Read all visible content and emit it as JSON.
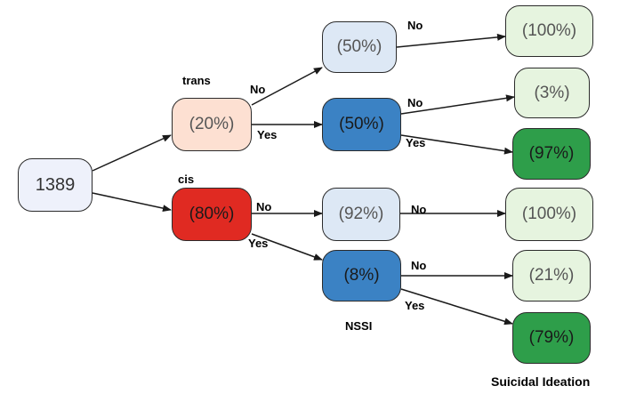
{
  "diagram": {
    "root": {
      "value": "1389"
    },
    "group_labels": {
      "trans": "trans",
      "cis": "cis"
    },
    "level_labels": {
      "nssi": "NSSI",
      "suicidal_ideation": "Suicidal Ideation"
    },
    "nodes": {
      "trans": "(20%)",
      "cis": "(80%)",
      "trans_nssi_no": "(50%)",
      "trans_nssi_yes": "(50%)",
      "cis_nssi_no": "(92%)",
      "cis_nssi_yes": "(8%)",
      "trans_no_si_no": "(100%)",
      "trans_yes_si_no": "(3%)",
      "trans_yes_si_yes": "(97%)",
      "cis_no_si_no": "(100%)",
      "cis_yes_si_no": "(21%)",
      "cis_yes_si_yes": "(79%)"
    },
    "edge_labels": {
      "no": "No",
      "yes": "Yes"
    },
    "colors": {
      "root_fill": "#eef1fb",
      "trans_fill": "#fde0d2",
      "cis_fill": "#e02a22",
      "nssi_no_fill": "#dde8f5",
      "nssi_yes_fill": "#3b82c4",
      "si_no_fill": "#e6f4df",
      "si_yes_fill": "#2e9e4a",
      "edge": "#1a1a1a"
    }
  }
}
